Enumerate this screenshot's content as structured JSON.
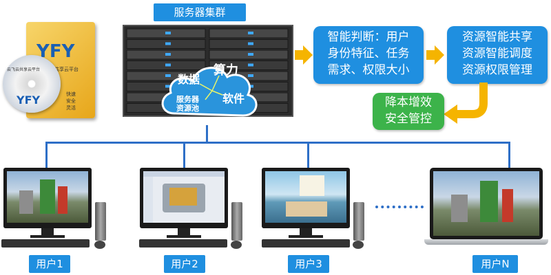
{
  "header": {
    "title": "服务器集群"
  },
  "product": {
    "brand": "YFY",
    "box_caption": "云飞云共享云平台",
    "disc_caption": "云飞云共享云平台",
    "features": [
      "快速",
      "安全",
      "灵活"
    ]
  },
  "cloud": {
    "data": "数据",
    "compute": "算力",
    "software": "软件",
    "pool_line1": "服务器",
    "pool_line2": "资源池"
  },
  "boxes": {
    "judge": [
      "智能判断：用户",
      "身份特征、任务",
      "需求、权限大小"
    ],
    "resource": [
      "资源智能共享",
      "资源智能调度",
      "资源权限管理"
    ],
    "benefit": [
      "降本增效",
      "安全管控"
    ]
  },
  "users": {
    "u1": "用户1",
    "u2": "用户2",
    "u3": "用户3",
    "un": "用户N"
  },
  "colors": {
    "blue_box": "#1f8fe0",
    "green_box": "#3cb34a",
    "arrow": "#f5b400",
    "line": "#2e6fc7"
  }
}
